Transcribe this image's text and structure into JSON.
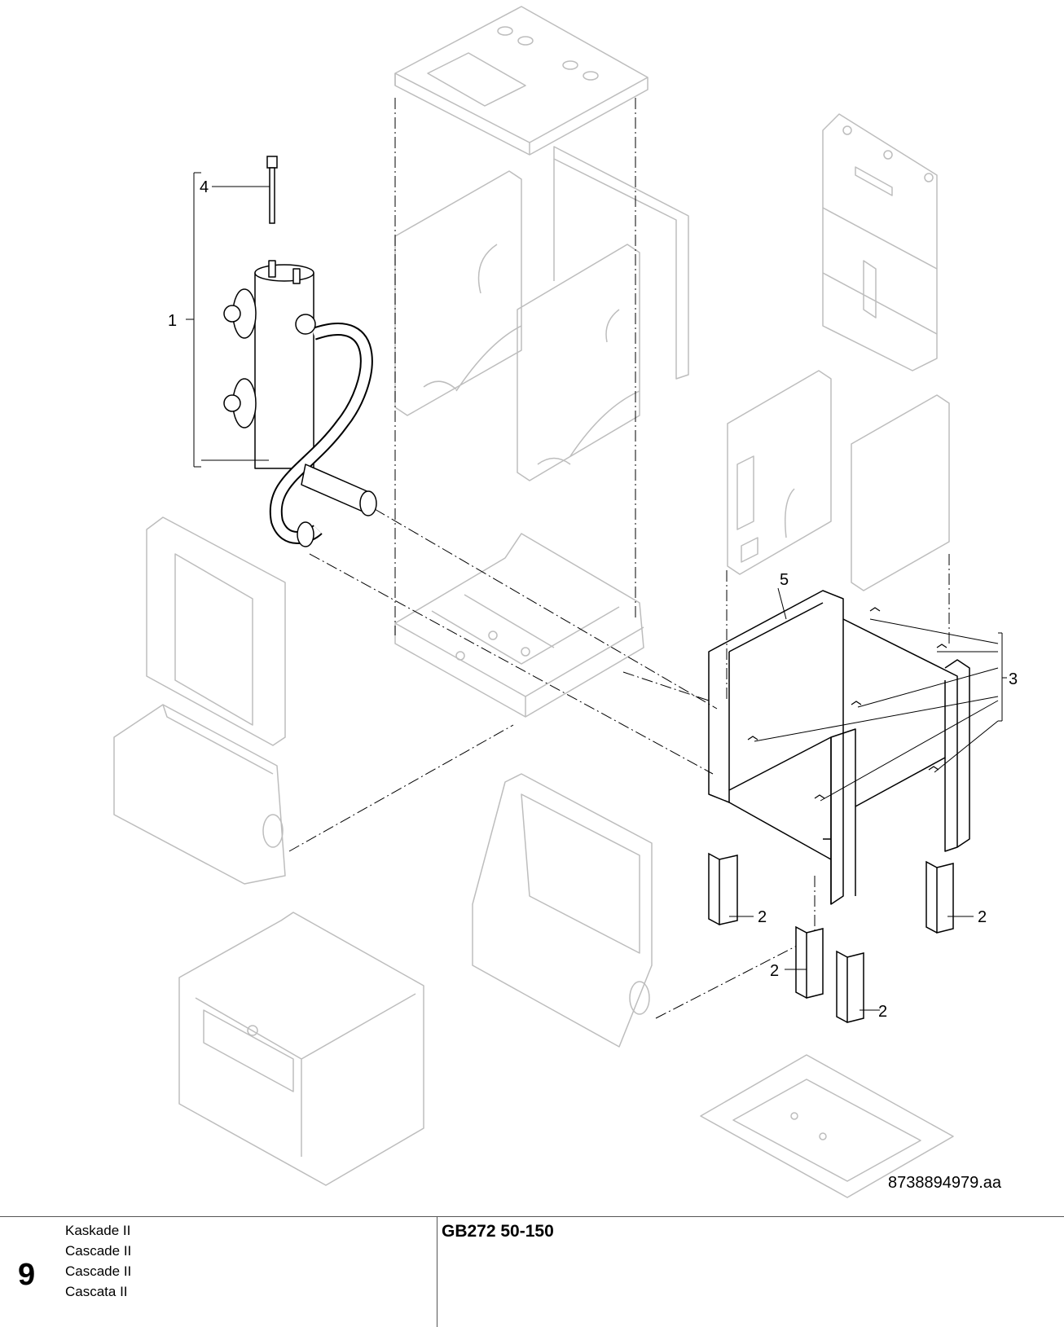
{
  "drawing": {
    "callouts": [
      "1",
      "2",
      "3",
      "4",
      "5"
    ],
    "document_number": "8738894979.aa"
  },
  "footer": {
    "page_number": "9",
    "titles": [
      "Kaskade II",
      "Cascade II",
      "Cascade II",
      "Cascata II"
    ],
    "model": "GB272 50-150"
  }
}
